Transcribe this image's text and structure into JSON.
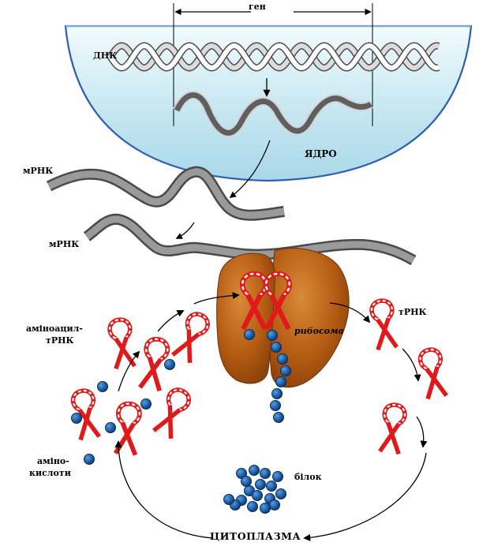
{
  "labels": {
    "gene": "ген",
    "dna": "ДНК",
    "nucleus": "ЯДРО",
    "mrna_1": "мРНК",
    "mrna_2": "мРНК",
    "aminoacyl_trna_line1": "аміноацил-",
    "aminoacyl_trna_line2": "тРНК",
    "trna": "тРНК",
    "ribosome": "рибосома",
    "amino_line1": "аміно-",
    "amino_line2": "кислоти",
    "protein": "білок",
    "cytoplasm": "ЦИТОПЛАЗМА"
  },
  "colors": {
    "nucleus_fill": "#c9e8f2",
    "nucleus_outline": "#2f5fb0",
    "dna_strand": "#ffffff",
    "mrna": "#8a8a8a",
    "ribosome": "#b95f14",
    "trna": "#e01a1a",
    "amino_acid": "#1c5ea3",
    "arrow": "#000000"
  },
  "icons": {
    "trna": "trna-cloverleaf-icon",
    "amino_acid": "amino-acid-bead-icon"
  }
}
